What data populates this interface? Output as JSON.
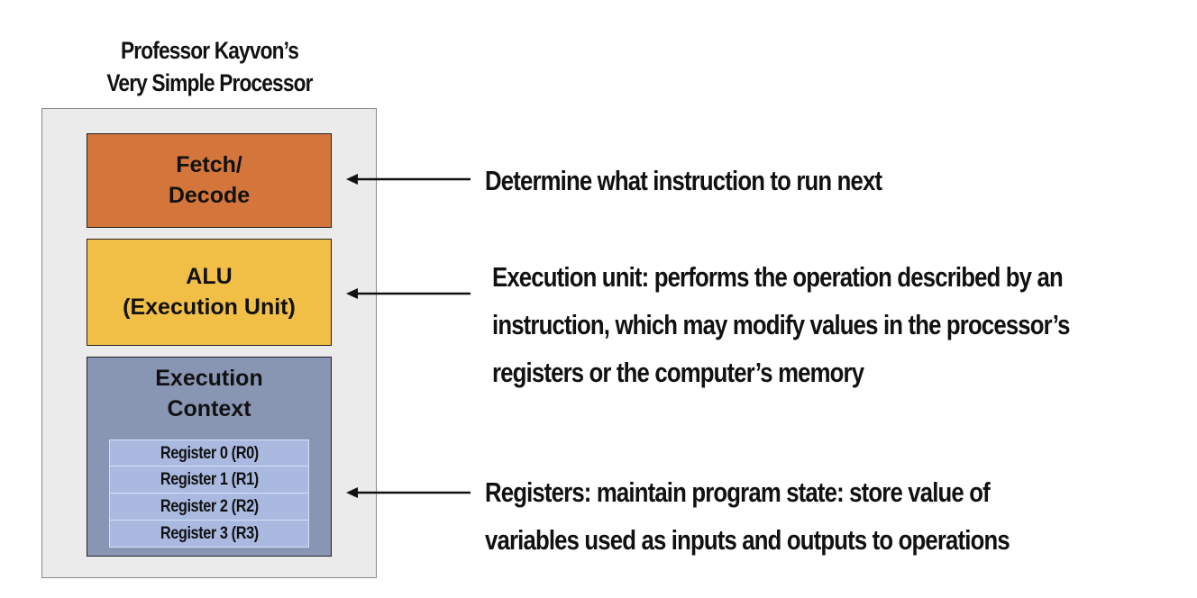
{
  "title": {
    "line1": "Professor Kayvon’s",
    "line2": "Very Simple Processor"
  },
  "blocks": {
    "fetch": {
      "line1": "Fetch/",
      "line2": "Decode",
      "color": "#d4763b"
    },
    "alu": {
      "line1": "ALU",
      "line2": "(Execution Unit)",
      "color": "#f2bf46"
    },
    "context": {
      "line1": "Execution",
      "line2": "Context",
      "color": "#8896b4"
    }
  },
  "registers": [
    "Register 0  (R0)",
    "Register 1  (R1)",
    "Register 2  (R2)",
    "Register 3  (R3)"
  ],
  "descriptions": {
    "fetch": [
      "Determine what instruction to run next"
    ],
    "alu": [
      "Execution unit: performs the operation described by an",
      "instruction, which may modify values in the processor’s",
      "registers or the computer’s memory"
    ],
    "registers": [
      "Registers: maintain program state: store value of",
      "variables used as inputs and outputs to operations"
    ]
  },
  "colors": {
    "processor_bg": "#ebebeb",
    "register_bg": "#a9b9e0",
    "arrow": "#111111"
  }
}
